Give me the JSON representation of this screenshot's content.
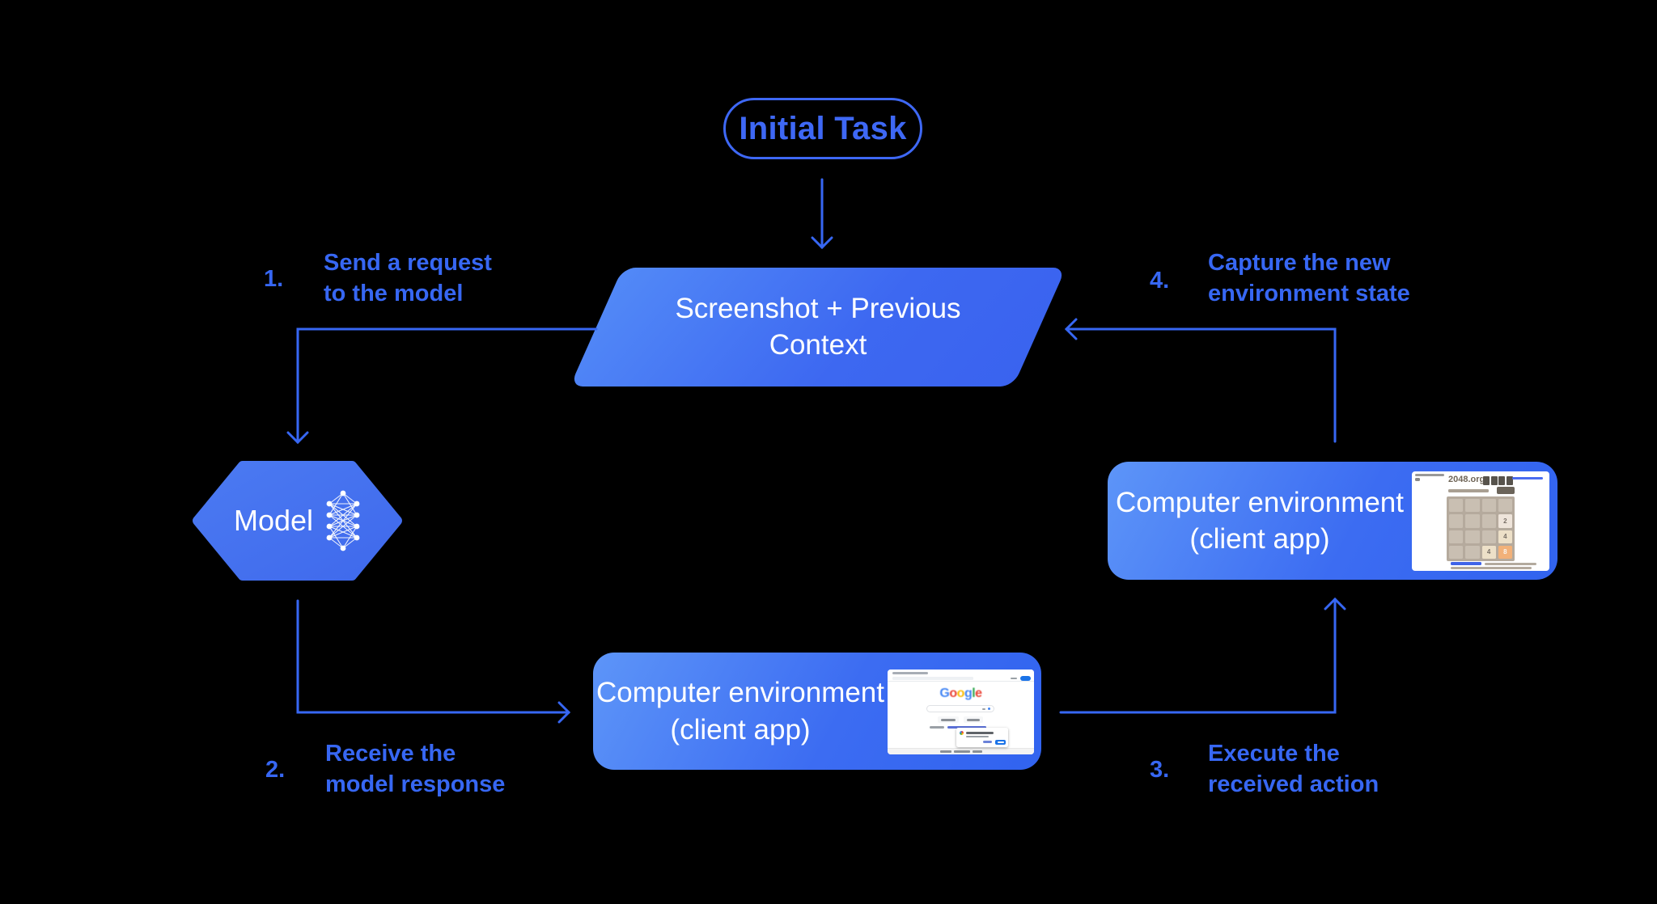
{
  "colors": {
    "background": "#000000",
    "accent_blue": "#3767f3",
    "node_gradient_start": "#5d95f8",
    "node_gradient_end": "#3163ef",
    "hexagon_blue": "#4472ee",
    "node_text": "#ffffff",
    "google_blue": "#4285F4",
    "google_red": "#EA4335",
    "google_yellow": "#FBBC05",
    "google_green": "#34A853",
    "chrome_button_blue": "#1a73e8",
    "tile_2_bg": "#eee4da",
    "tile_4_bg": "#ede0c8",
    "tile_8_bg": "#f2b179"
  },
  "initial_task": {
    "label": "Initial Task"
  },
  "context_node": {
    "line1": "Screenshot + Previous",
    "line2": "Context"
  },
  "model_node": {
    "label": "Model"
  },
  "env_bottom": {
    "line1": "Computer environment",
    "line2": "(client app)"
  },
  "env_right": {
    "line1": "Computer environment",
    "line2": "(client app)"
  },
  "steps": [
    {
      "num": "1.",
      "line1": "Send a request",
      "line2": "to the model"
    },
    {
      "num": "2.",
      "line1": "Receive the",
      "line2": "model response"
    },
    {
      "num": "3.",
      "line1": "Execute the",
      "line2": "received action"
    },
    {
      "num": "4.",
      "line1": "Capture the new",
      "line2": "environment state"
    }
  ],
  "google_mini": {
    "logo": [
      "G",
      "o",
      "o",
      "g",
      "l",
      "e"
    ]
  },
  "game_mini": {
    "title": "2048.org",
    "tiles": [
      "2",
      "4",
      "4",
      "8"
    ]
  }
}
